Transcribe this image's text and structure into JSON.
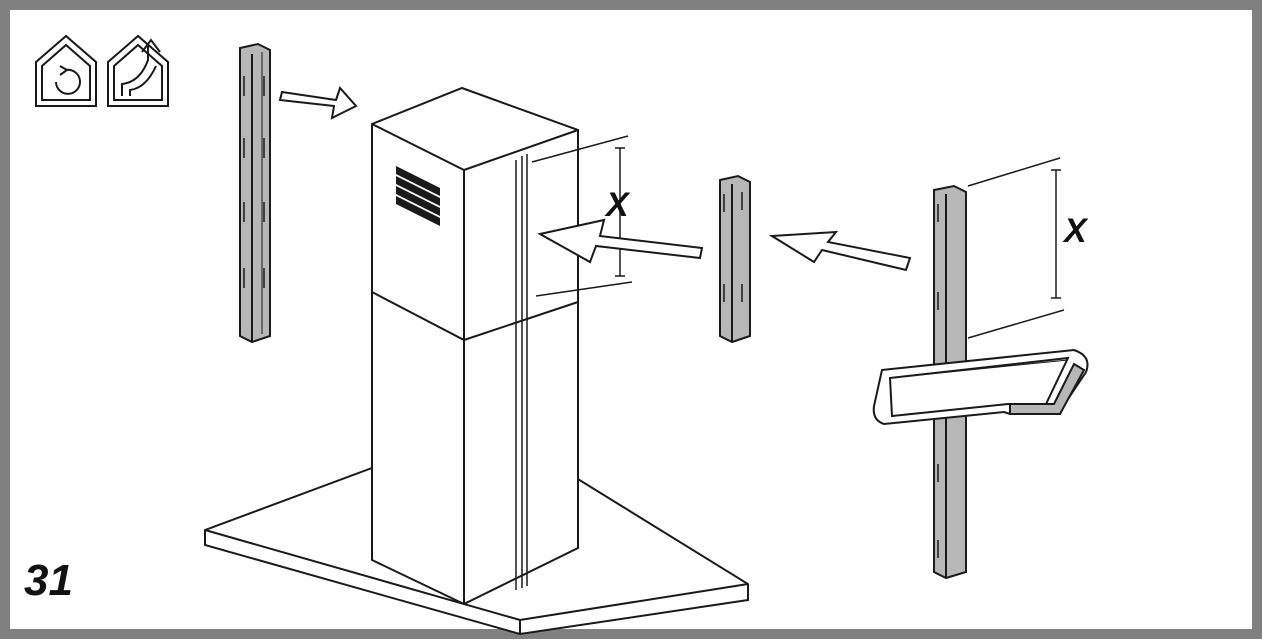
{
  "figure": {
    "step_number": "31",
    "dimension_label_left": "X",
    "dimension_label_right": "X"
  },
  "icons": [
    {
      "name": "recirculation-mode-icon"
    },
    {
      "name": "ducted-exhaust-mode-icon"
    }
  ],
  "colors": {
    "frame": "#808080",
    "rail_fill": "#b7b7b7",
    "line": "#1a1a1a",
    "arrow_fill": "#ffffff"
  }
}
